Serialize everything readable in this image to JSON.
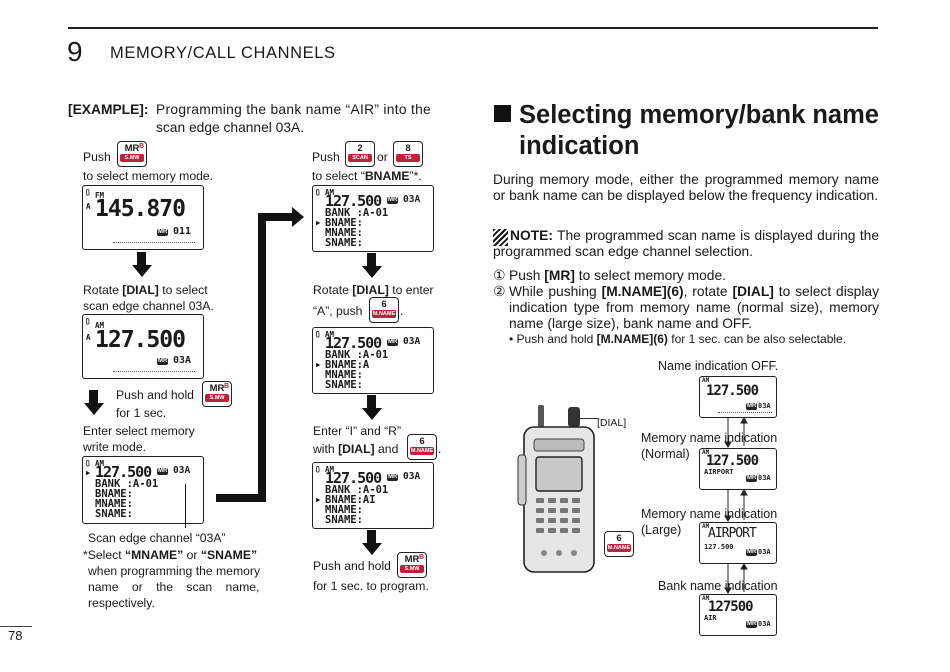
{
  "header": {
    "chapter_number": "9",
    "chapter_title": "MEMORY/CALL CHANNELS"
  },
  "page_number": "78",
  "example": {
    "label": "[EXAMPLE]:",
    "text_line1": "Programming the bank name “AIR” into the",
    "text_line2": "scan edge channel 03A."
  },
  "left_col": {
    "step1_push": "Push",
    "step1_after": "to select memory mode.",
    "lcd1": {
      "mode": "FM",
      "freq": "145.870",
      "channel": "011"
    },
    "step2_line1": [
      "Rotate ",
      "[DIAL]",
      " to select"
    ],
    "step2_line2": "scan edge channel 03A.",
    "lcd2": {
      "mode": "AM",
      "freq": "127.500",
      "channel": "03A"
    },
    "step3_line1": "Push and hold",
    "step3_line2": "for 1 sec.",
    "step3_line3": "Enter select memory",
    "step3_line4": "write mode.",
    "lcd3": {
      "mode": "AM",
      "freq": "127.500",
      "channel": "03A",
      "rows": [
        "BANK  :A-01",
        "BNAME:",
        "MNAME:",
        "SNAME:"
      ]
    },
    "callout": "Scan edge channel “03A”",
    "note_line1": [
      "*Select ",
      "“MNAME”",
      " or ",
      "“SNAME”"
    ],
    "note_line2": "when programming the memory",
    "note_line3": "name or the scan name,",
    "note_line4": "respectively."
  },
  "mid_col": {
    "step1_push": "Push",
    "step1_or": "or",
    "step1_line2": [
      "to select “",
      "BNAME",
      "”*."
    ],
    "lcd1": {
      "mode": "AM",
      "freq": "127.500",
      "channel": "03A",
      "rows": [
        "BANK  :A-01",
        "BNAME:",
        "MNAME:",
        "SNAME:"
      ]
    },
    "step2_line1": [
      "Rotate ",
      "[DIAL]",
      " to enter"
    ],
    "step2_line2": "“A”, push",
    "step2_end": ".",
    "lcd2": {
      "mode": "AM",
      "freq": "127.500",
      "channel": "03A",
      "rows": [
        "BANK  :A-01",
        "BNAME:A",
        "MNAME:",
        "SNAME:"
      ]
    },
    "step3_line1": "Enter “I” and “R”",
    "step3_line2": [
      "with ",
      "[DIAL]",
      " and"
    ],
    "step3_end": ".",
    "lcd3": {
      "mode": "AM",
      "freq": "127.500",
      "channel": "03A",
      "rows": [
        "BANK  :A-01",
        "BNAME:AI",
        "MNAME:",
        "SNAME:"
      ]
    },
    "step4_line1": "Push and hold",
    "step4_line2": "for 1 sec. to program."
  },
  "keys": {
    "mr": {
      "top": "MR",
      "bottom": "S.MW",
      "corner": "B"
    },
    "scan": {
      "top": "2",
      "bottom": "SCAN"
    },
    "ts": {
      "top": "8",
      "bottom": "TS"
    },
    "mname": {
      "top": "6",
      "bottom": "M.NAME"
    }
  },
  "right_col": {
    "title_line1": "Selecting memory/bank name",
    "title_line2": "indication",
    "intro": "During memory mode, either the programmed memory name or bank name can be displayed below the frequency indication.",
    "note_label": "NOTE:",
    "note_text": "The programmed scan name is displayed during the programmed scan edge channel selection.",
    "step1_num": "①",
    "step1": [
      "Push ",
      "[MR]",
      " to select memory mode."
    ],
    "step2_num": "②",
    "step2_a": "While pushing ",
    "step2_b": "[M.NAME](6)",
    "step2_c": ", rotate ",
    "step2_d": "[DIAL]",
    "step2_e": " to select display indication type from memory name (normal size), memory name (large size), bank name and OFF.",
    "bullet": [
      "• Push and hold ",
      "[M.NAME](6)",
      " for 1 sec. can be also selectable."
    ],
    "dial_label": "[DIAL]",
    "label_off": "Name indication OFF.",
    "label_normal_1": "Memory name indication",
    "label_normal_2": "(Normal)",
    "label_large_1": "Memory name indication",
    "label_large_2": "(Large)",
    "label_bank": "Bank name indication",
    "lcd_off": {
      "mode": "AM",
      "freq": "127.500",
      "channel": "03A"
    },
    "lcd_normal": {
      "mode": "AM",
      "freq": "127.500",
      "name": "AIRPORT",
      "channel": "03A"
    },
    "lcd_large": {
      "mode": "AM",
      "name": "AIRPORT",
      "freq": "127.500",
      "channel": "03A"
    },
    "lcd_bank": {
      "mode": "AM",
      "freq": "127500",
      "name": "AIR",
      "channel": "03A"
    }
  }
}
